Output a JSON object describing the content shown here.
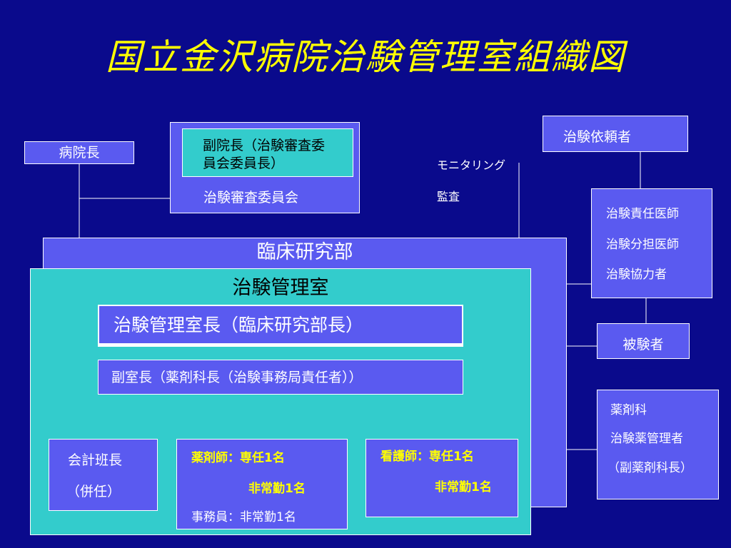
{
  "title": "国立金沢病院治験管理室組織図",
  "nodes": {
    "director": "病院長",
    "vice_director": "副院長（治験審査委員会委員長）",
    "irb": "治験審査委員会",
    "sponsor": "治験依頼者",
    "monitoring": "モニタリング",
    "audit": "監査",
    "investigators": [
      "治験責任医師",
      "治験分担医師",
      "治験協力者"
    ],
    "clinical_research_dept": "臨床研究部",
    "trial_office": "治験管理室",
    "office_head": "治験管理室長（臨床研究部長）",
    "deputy_head": "副室長（薬剤科長（治験事務局責任者））",
    "subject": "被験者",
    "pharmacy": [
      "薬剤科",
      "治験薬管理者",
      "（副薬剤科長）"
    ],
    "accounting": [
      "会計班長",
      "（併任）"
    ],
    "pharmacist": [
      "薬剤師：専任1名",
      "非常勤1名",
      "事務員：非常勤1名"
    ],
    "nurse": [
      "看護師：専任1名",
      "非常勤1名"
    ]
  },
  "colors": {
    "background": "#0a0a8c",
    "box": "#5a5af0",
    "office": "#33cccc",
    "title": "#ffff00"
  }
}
